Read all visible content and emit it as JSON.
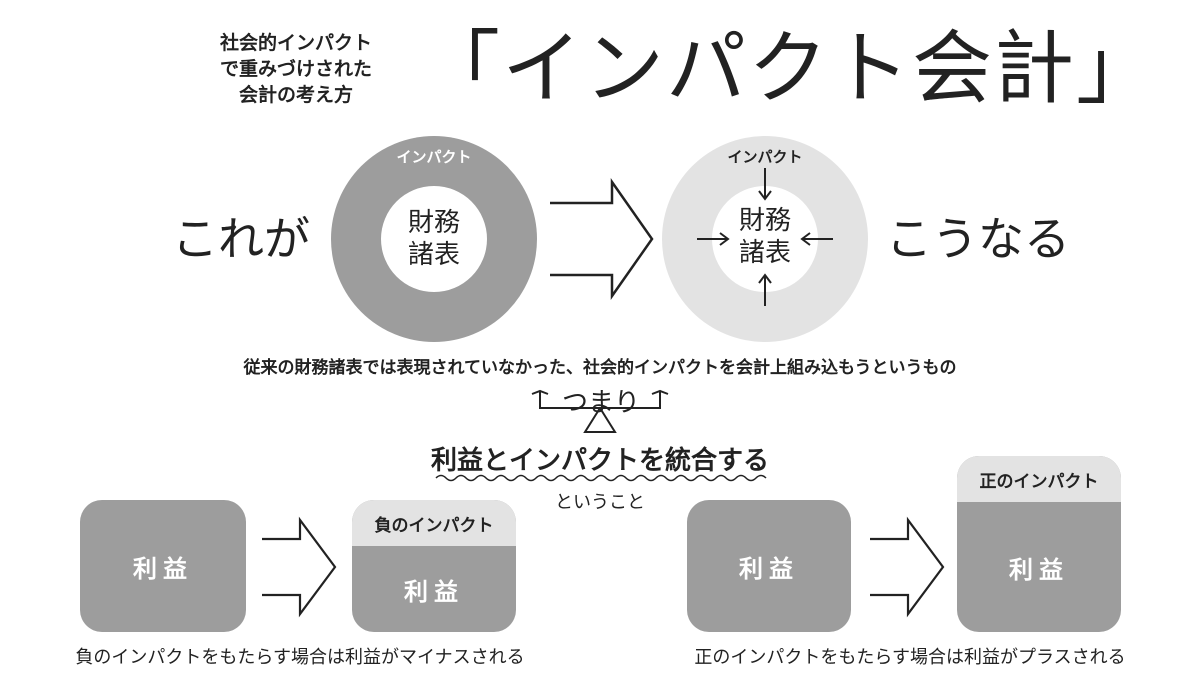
{
  "header": {
    "subtitle_line1": "社会的インパクト",
    "subtitle_line2": "で重みづけされた",
    "subtitle_line3": "会計の考え方",
    "main_title": "「インパクト会計」"
  },
  "top_diagram": {
    "left_word": "これが",
    "right_word": "こうなる",
    "left_ring_label": "インパクト",
    "left_center_line1": "財務",
    "left_center_line2": "諸表",
    "right_ring_label": "インパクト",
    "right_center_line1": "財務",
    "right_center_line2": "諸表"
  },
  "explanation": "従来の財務諸表では表現されていなかった、社会的インパクトを会計上組み込もうというもの",
  "tsumari": "つまり",
  "integrate": "利益とインパクトを統合する",
  "toiukoto": "ということ",
  "negative_example": {
    "before_label": "利益",
    "after_band": "負のインパクト",
    "after_label": "利益",
    "caption": "負のインパクトをもたらす場合は利益がマイナスされる"
  },
  "positive_example": {
    "before_label": "利益",
    "after_band": "正のインパクト",
    "after_label": "利益",
    "caption": "正のインパクトをもたらす場合は利益がプラスされる"
  },
  "colors": {
    "dark_gray": "#9d9d9d",
    "light_gray": "#e3e3e3",
    "text": "#222222"
  }
}
